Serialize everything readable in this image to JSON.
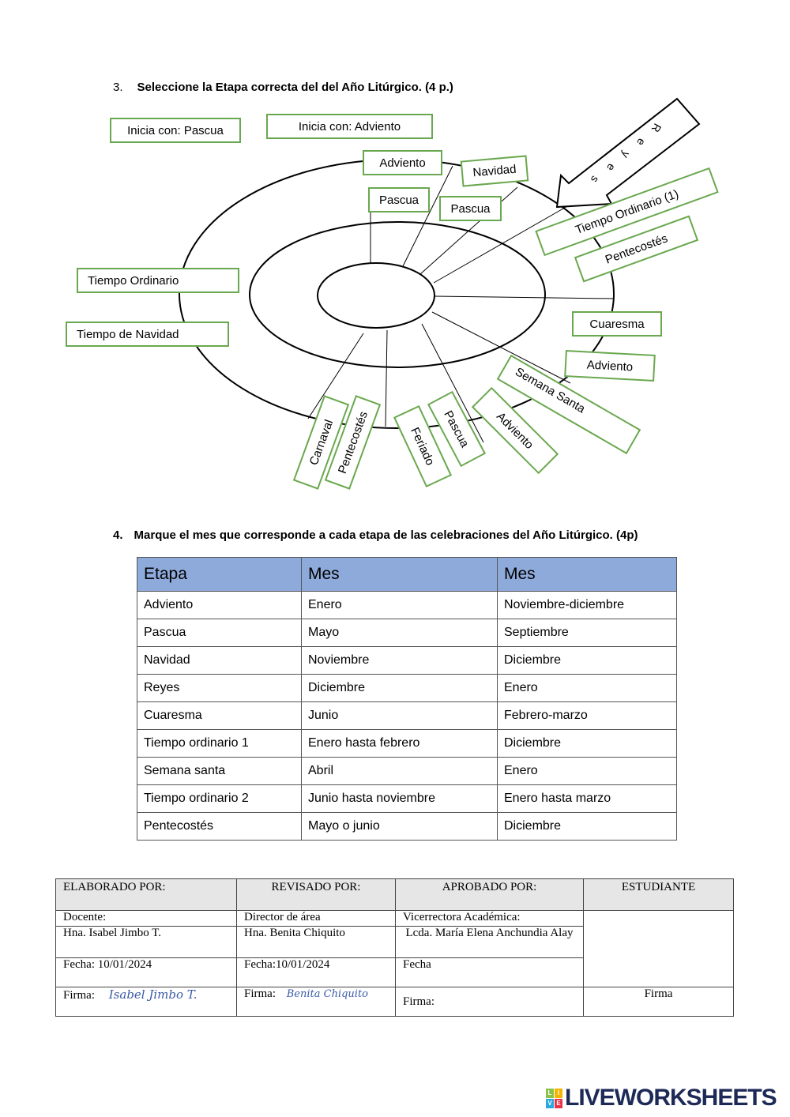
{
  "q3": {
    "number": "3.",
    "text": "Seleccione la Etapa correcta del del Año Litúrgico.   (4 p.)"
  },
  "diagram": {
    "labels": {
      "inicia_pascua": "Inicia con: Pascua",
      "inicia_adviento": "Inicia con: Adviento",
      "adviento_top": "Adviento",
      "navidad": "Navidad",
      "pascua_1": "Pascua",
      "pascua_2": "Pascua",
      "tiempo_ordinario_1": "Tiempo Ordinario (1)",
      "pentecostes_right": "Pentecostés",
      "tiempo_ordinario": "Tiempo Ordinario",
      "tiempo_navidad": "Tiempo de Navidad",
      "cuaresma": "Cuaresma",
      "adviento_right": "Adviento",
      "semana_santa": "Semana Santa",
      "adviento_bottom": "Adviento",
      "pascua_bottom": "Pascua",
      "feriado": "Feriado",
      "pentecostes_bottom": "Pentecostés",
      "carnaval": "Carnaval"
    },
    "arrow_letters": [
      "R",
      "e",
      "y",
      "e",
      "s"
    ]
  },
  "q4": {
    "number": "4.",
    "text": "Marque el mes que corresponde a cada etapa de las celebraciones del Año Litúrgico. (4p)",
    "headers": [
      "Etapa",
      "Mes",
      "Mes"
    ],
    "rows": [
      [
        "Adviento",
        "Enero",
        "Noviembre-diciembre"
      ],
      [
        "Pascua",
        "Mayo",
        "Septiembre"
      ],
      [
        "Navidad",
        "Noviembre",
        "Diciembre"
      ],
      [
        "Reyes",
        "Diciembre",
        "Enero"
      ],
      [
        "Cuaresma",
        "Junio",
        "Febrero-marzo"
      ],
      [
        "Tiempo ordinario 1",
        "Enero hasta febrero",
        "Diciembre"
      ],
      [
        "Semana santa",
        "Abril",
        "Enero"
      ],
      [
        "Tiempo ordinario 2",
        "Junio hasta noviembre",
        "Enero hasta marzo"
      ],
      [
        "Pentecostés",
        "Mayo o junio",
        "Diciembre"
      ]
    ]
  },
  "footer": {
    "headers": [
      "ELABORADO POR:",
      "REVISADO POR:",
      "APROBADO POR:",
      "ESTUDIANTE"
    ],
    "roles": [
      "Docente:",
      "Director de área",
      "Vicerrectora Académica:"
    ],
    "names": [
      "Hna. Isabel Jimbo T.",
      "Hna. Benita Chiquito",
      "Lcda.  María Elena Anchundia Alay"
    ],
    "dates": [
      "Fecha: 10/01/2024",
      "Fecha:10/01/2024",
      "Fecha"
    ],
    "firma": [
      "Firma:",
      "Firma:",
      "Firma:",
      "Firma"
    ],
    "signatures": [
      "Isabel Jimbo T.",
      "Benita Chiquito"
    ]
  },
  "logo": {
    "text": "LIVEWORKSHEETS",
    "letters": [
      "L",
      "I",
      "V",
      "E"
    ]
  }
}
